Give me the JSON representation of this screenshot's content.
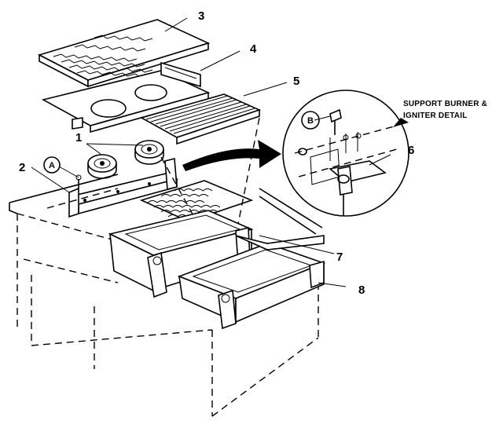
{
  "diagram": {
    "part_labels": [
      {
        "id": "p3",
        "text": "3"
      },
      {
        "id": "p4",
        "text": "4"
      },
      {
        "id": "p5",
        "text": "5"
      },
      {
        "id": "p1",
        "text": "1"
      },
      {
        "id": "p2",
        "text": "2"
      },
      {
        "id": "p6",
        "text": "6"
      },
      {
        "id": "p7",
        "text": "7"
      },
      {
        "id": "p8",
        "text": "8"
      }
    ],
    "callouts": {
      "a": "A",
      "b": "B"
    },
    "detail_title": {
      "line1": "SUPPORT BURNER &",
      "line2": "IGNITER DETAIL"
    }
  }
}
